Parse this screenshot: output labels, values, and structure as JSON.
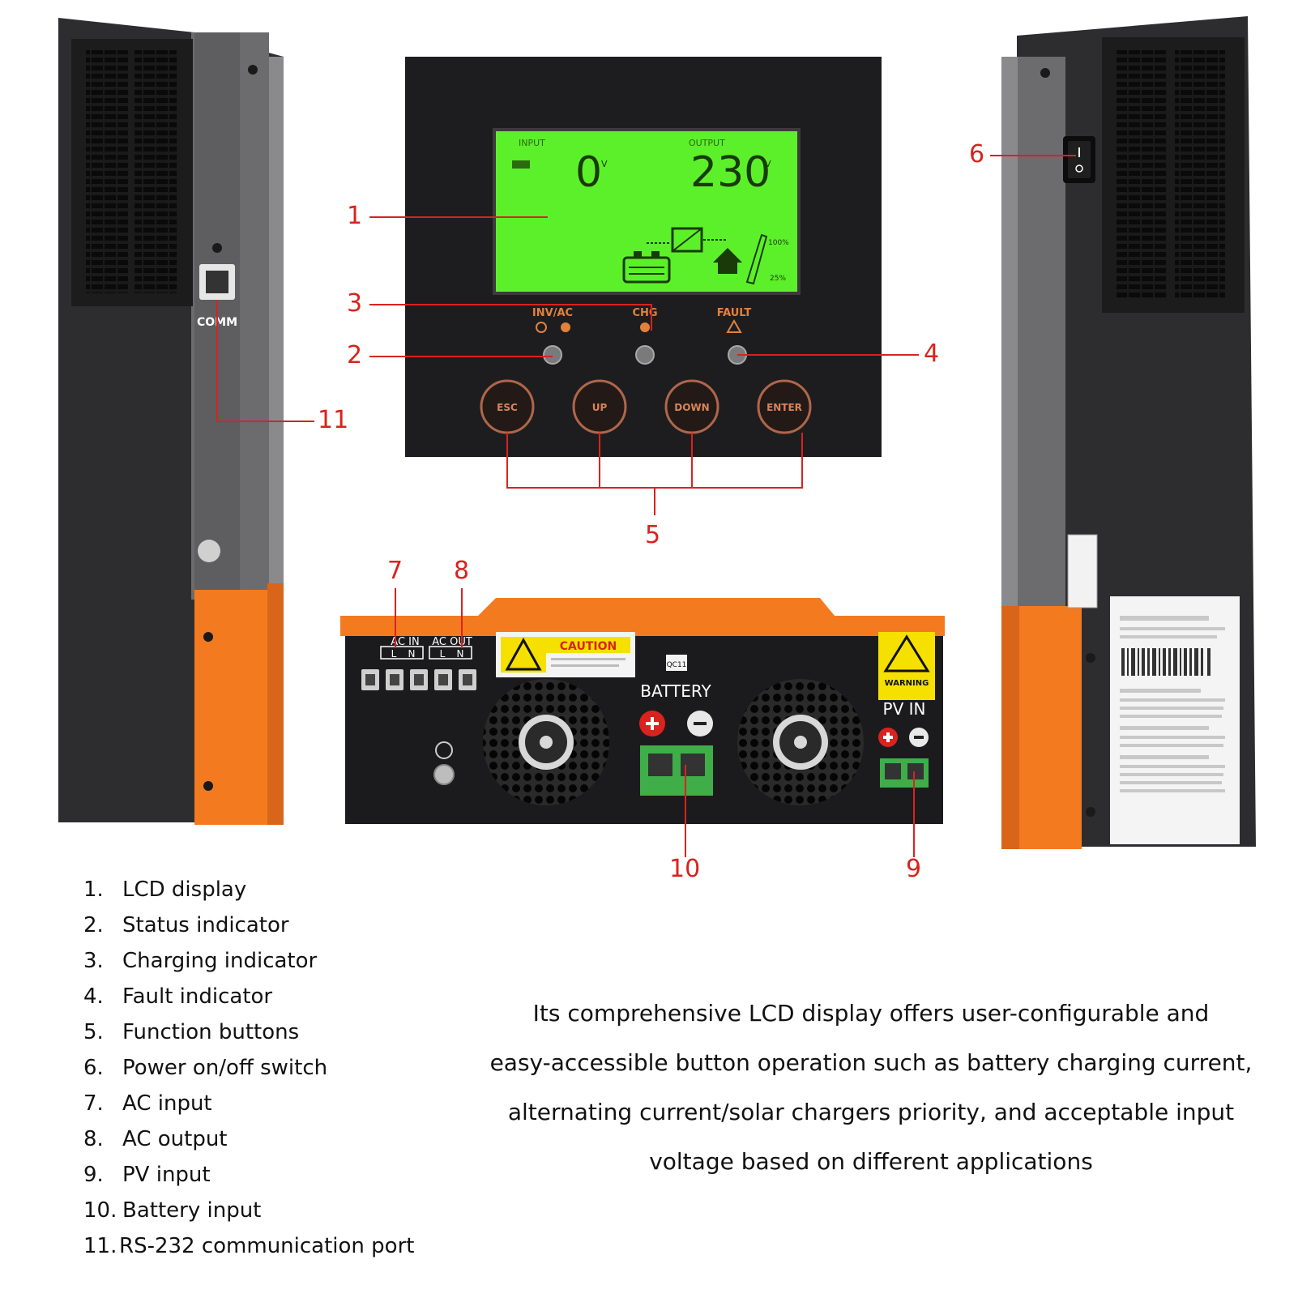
{
  "lcd": {
    "input_label": "INPUT",
    "input_value": "0",
    "output_label": "OUTPUT",
    "output_value": "230",
    "unit": "V",
    "pct_high": "100%",
    "pct_low": "25%"
  },
  "panel": {
    "indicator_inv_label": "INV/AC",
    "indicator_chg_label": "CHG",
    "indicator_fault_label": "FAULT",
    "buttons": [
      "ESC",
      "UP",
      "DOWN",
      "ENTER"
    ]
  },
  "side_left": {
    "comm_label": "COMM"
  },
  "bottom_unit": {
    "ac_in_label": "AC IN",
    "ac_out_label": "AC OUT",
    "terminal_letters": [
      "L",
      "N",
      "L",
      "N"
    ],
    "caution_label": "CAUTION",
    "battery_label": "BATTERY",
    "fuse_label": "QC11",
    "warning_label": "WARNING",
    "pv_in_label": "PV IN"
  },
  "callouts": [
    "1",
    "2",
    "3",
    "4",
    "5",
    "6",
    "7",
    "8",
    "9",
    "10",
    "11"
  ],
  "legend": [
    {
      "num": "1.",
      "text": "LCD display"
    },
    {
      "num": "2.",
      "text": "Status indicator"
    },
    {
      "num": "3.",
      "text": "Charging indicator"
    },
    {
      "num": "4.",
      "text": "Fault indicator"
    },
    {
      "num": "5.",
      "text": "Function buttons"
    },
    {
      "num": "6.",
      "text": "Power on/off switch"
    },
    {
      "num": "7.",
      "text": "AC input"
    },
    {
      "num": "8.",
      "text": "AC output"
    },
    {
      "num": "9.",
      "text": "PV input"
    },
    {
      "num": "10.",
      "text": "Battery input"
    },
    {
      "num": "11.",
      "text": "RS-232 communication port"
    }
  ],
  "description": [
    "Its comprehensive LCD display offers user-configurable and",
    "easy-accessible button operation such as battery charging current,",
    "alternating current/solar chargers priority, and acceptable input",
    "voltage based on different applications"
  ],
  "colors": {
    "callout_red": "#d8231f",
    "lcd_green": "#5cf02a",
    "housing_orange": "#f47a20",
    "housing_dark": "#2b2b2d",
    "panel_black": "#1d1d1f"
  }
}
